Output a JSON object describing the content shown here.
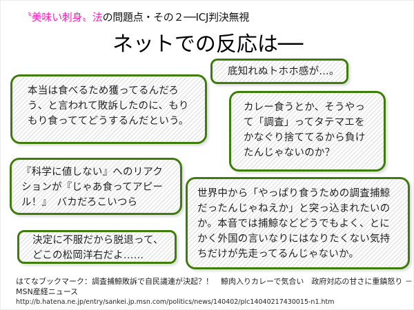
{
  "header": {
    "subtitle_highlight": "〝美味い刺身〟法",
    "subtitle_rest": "の問題点・その２──ICJ判決無視",
    "title": "ネットでの反応は──"
  },
  "bubbles": [
    {
      "id": "b1",
      "text": "底知れぬトホホ感が…。"
    },
    {
      "id": "b2",
      "text": "本当は食べるため獲ってるんだろ\nう、と言われて敗訴したのに、もり\nもり食っててどうするんだという。"
    },
    {
      "id": "b3",
      "text": "カレー食うとか、そうやっ\nて「調査」ってタテマエを\nかなぐり捨ててるから負け\nたんじゃないのか？"
    },
    {
      "id": "b4",
      "text": "『科学に値しない』へのリアク\nションが『じゃあ食ってアピー\nル！』　バカだろこいつら"
    },
    {
      "id": "b5",
      "text": "決定に不服だから脱退って、\nどこの松岡洋右だよ……"
    },
    {
      "id": "b6",
      "text": "世界中から「やっぱり食うための調査捕鯨\nだったんじゃねえか」と突っ込まれたいの\nか。本音では捕鯨などどうでもよく、とに\nかく外国の言いなりにはなりたくない気持\nちだけが先走ってるんじゃないか。"
    }
  ],
  "source": {
    "line1": "はてなブックマーク：調査捕鯨敗訴で自民議連が決起？！　鯨肉入りカレーで気合い　政府対応の甘さに重鎮怒り －",
    "line2": "MSN産経ニュース",
    "url": "http://b.hatena.ne.jp/entry/sankei.jp.msn.com/politics/news/140402/plc14040217430015-n1.htm"
  },
  "colors": {
    "accent_pink": "#ff1fbf",
    "bubble_border": "#3e7d0a"
  }
}
